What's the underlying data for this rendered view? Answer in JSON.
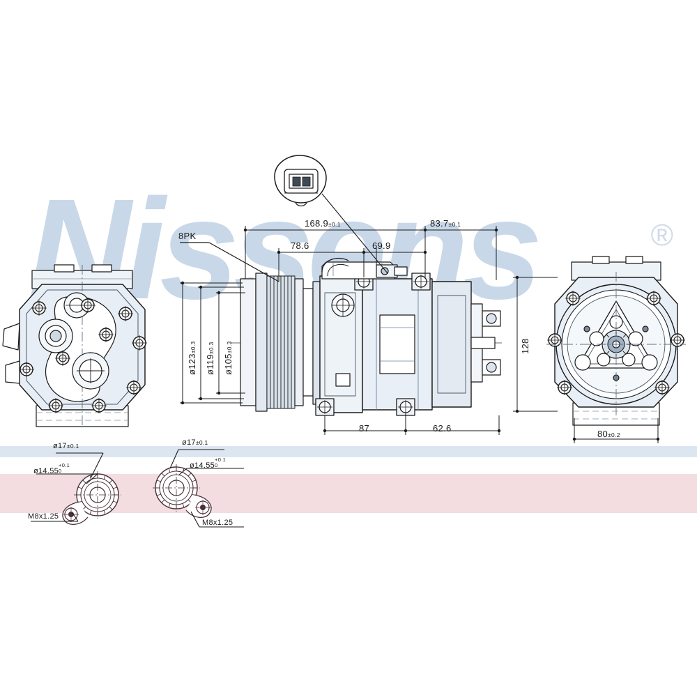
{
  "brand": {
    "watermark_text": "Nissens",
    "registered_mark": "®",
    "watermark_color": "#c8d8e8"
  },
  "sheet": {
    "background": "#ffffff",
    "line_color": "#1a1a1a",
    "band_blue_color": "#dce6f0",
    "band_pink_color": "#f3dde0"
  },
  "drawing": {
    "title": "A/C Compressor technical drawing",
    "views": [
      {
        "name": "rear-view",
        "caption": ""
      },
      {
        "name": "side-section-view",
        "caption": ""
      },
      {
        "name": "front-clutch-view",
        "caption": ""
      },
      {
        "name": "connector-detail",
        "caption": ""
      },
      {
        "name": "port-detail-left",
        "caption": ""
      },
      {
        "name": "port-detail-right",
        "caption": ""
      }
    ]
  },
  "annotations": {
    "belt_profile": "8PK",
    "overall_length": "168.9",
    "overall_length_tol": "±0.1",
    "rear_length": "83.7",
    "rear_length_tol": "±0.1",
    "dim_78_6": "78.6",
    "dim_69_9": "69.9",
    "dim_87": "87",
    "dim_62_6": "62.6",
    "dia_123": "ø123",
    "dia_123_tol": "±0.3",
    "dia_119": "ø119",
    "dia_119_tol": "±0.3",
    "dia_105": "ø105",
    "dia_105_tol": "±0.3",
    "height_128": "128",
    "width_80": "80",
    "width_80_tol": "±0.2"
  },
  "port_detail": {
    "dia_17": "ø17",
    "dia_17_tol": "±0.1",
    "dia_14_55": "ø14.55",
    "dia_14_55_tol_upper": "+0.1",
    "dia_14_55_tol_lower": "0",
    "thread": "M8x1.25"
  }
}
